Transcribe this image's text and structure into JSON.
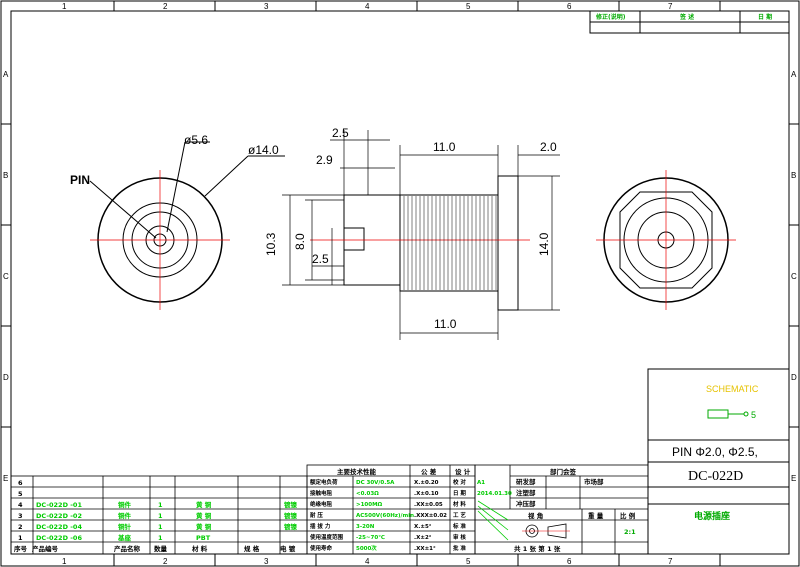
{
  "border": {
    "cols_top": [
      "1",
      "2",
      "3",
      "4",
      "5",
      "6",
      "7"
    ],
    "rows_left": [
      "A",
      "B",
      "C",
      "D",
      "E"
    ]
  },
  "revision_block": {
    "h1": "修正(说明)",
    "h2": "签 述",
    "h3": "日 期"
  },
  "dims": {
    "d_pin": "ø5.6",
    "d_outer": "ø14.0",
    "pin_label": "PIN",
    "top_a": "2.5",
    "top_b": "2.9",
    "top_len": "11.0",
    "flange": "2.0",
    "h_outer": "10.3",
    "h_inner": "8.0",
    "h_pin": "2.5",
    "h_total": "14.0",
    "bottom_len": "11.0"
  },
  "title_block": {
    "schematic_label": "SCHEMATIC",
    "schematic_num": "5",
    "pin_spec": "PIN Φ2.0, Φ2.5,",
    "part_number": "DC-022D",
    "part_name": "电源插座",
    "scale_val": "2:1",
    "sheet_info": "共 1 张  第 1 张",
    "dept": "部门会签",
    "dept_rows": [
      "研发部",
      "注塑部",
      "冲压部"
    ],
    "dept_col2": "市场部",
    "view_h": "视 角",
    "weight_h": "重 量",
    "scale_h": "比 例"
  },
  "spec_table": {
    "head_main": "主要技术性能",
    "head_tol": "公 差",
    "head_design": "设 计",
    "rows": [
      [
        "额定电负荷",
        "DC 30V/0.5A",
        "X.±0.20",
        "校 对",
        "A1"
      ],
      [
        "接触电阻",
        "<0.03Ω",
        ".X±0.10",
        "日 期",
        "2014.01.30"
      ],
      [
        "绝缘电阻",
        ">100MΩ",
        ".XX±0.05",
        "材 料",
        ""
      ],
      [
        "耐 压",
        "AC500V(60Hz)/min",
        ".XXX±0.02",
        "工 艺",
        ""
      ],
      [
        "插 拔 力",
        "3-20N",
        "X.±5°",
        "标 准",
        ""
      ],
      [
        "使用温度范围",
        "-25~70℃",
        ".X±2°",
        "审 核",
        ""
      ],
      [
        "使用寿命",
        "5000次",
        ".XX±1°",
        "批 准",
        ""
      ]
    ]
  },
  "bom": {
    "rows": [
      [
        "6",
        "",
        "",
        "",
        "",
        "",
        ""
      ],
      [
        "5",
        "",
        "",
        "",
        "",
        "",
        ""
      ],
      [
        "4",
        "DC-022D -01",
        "铜件",
        "1",
        "黄 铜",
        "",
        "镀镍"
      ],
      [
        "3",
        "DC-022D -02",
        "铜件",
        "1",
        "黄 铜",
        "",
        "镀镍"
      ],
      [
        "2",
        "DC-022D -04",
        "铜针",
        "1",
        "黄 铜",
        "",
        "镀镍"
      ],
      [
        "1",
        "DC-022D -06",
        "基座",
        "1",
        "PBT",
        "",
        ""
      ]
    ],
    "header": [
      "序号",
      "产品编号",
      "产品名称",
      "数量",
      "材 料",
      "规 格",
      "电 镀"
    ]
  }
}
